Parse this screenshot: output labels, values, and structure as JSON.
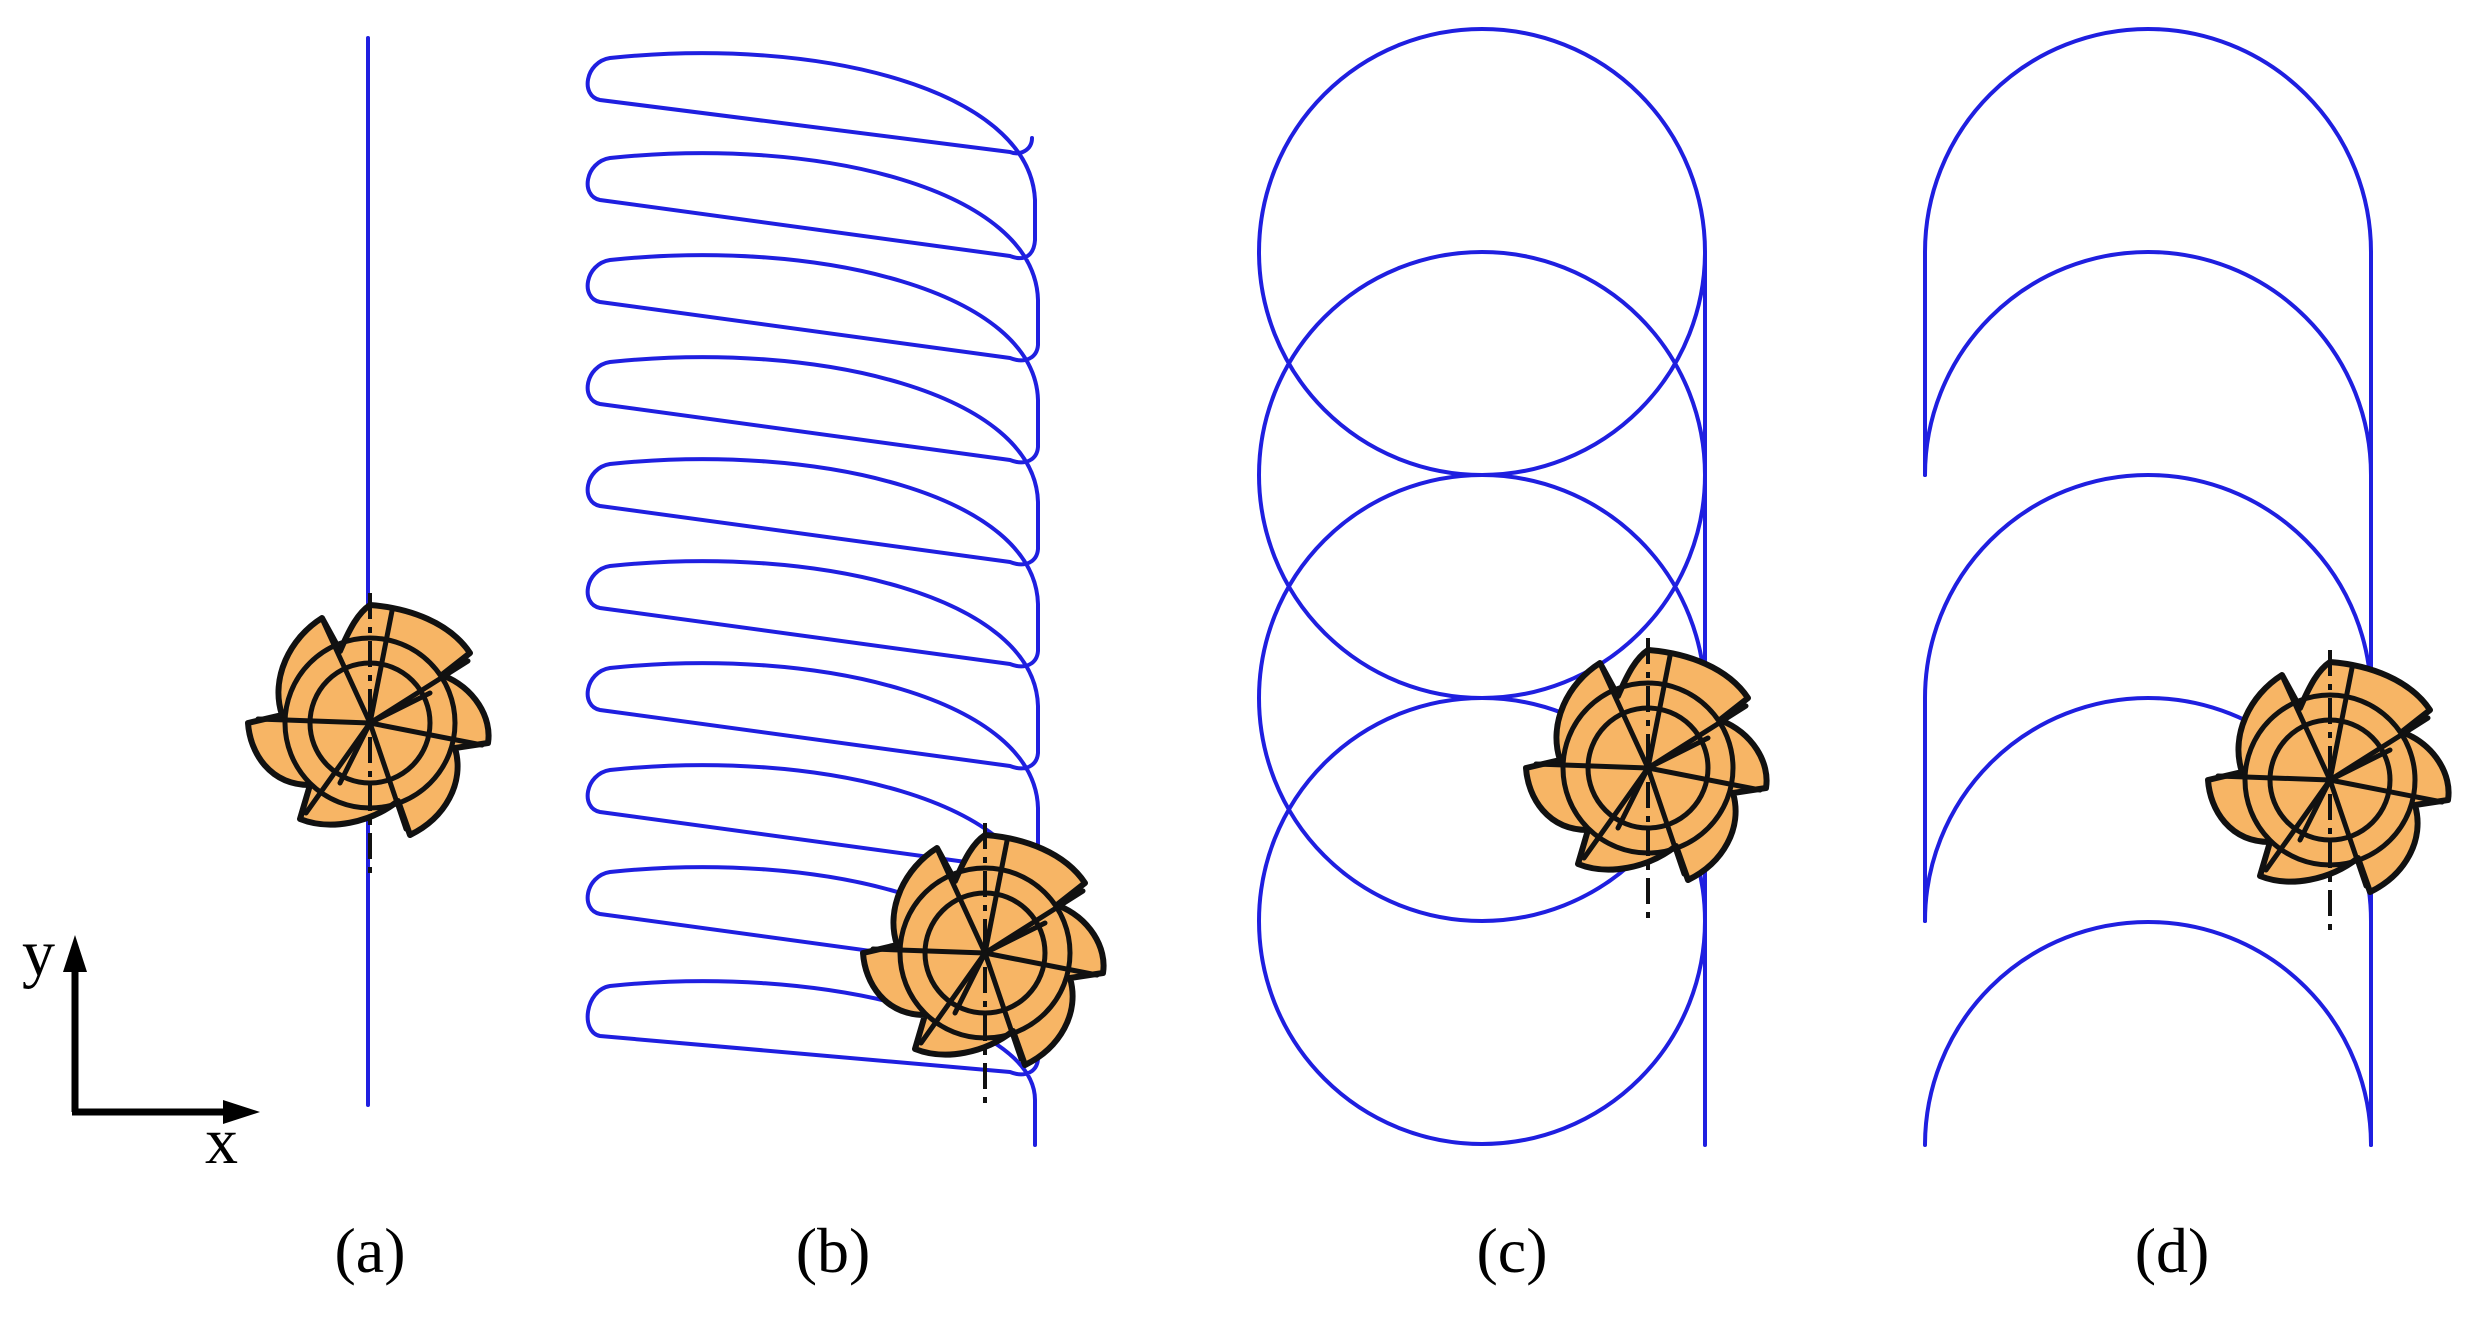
{
  "panels": [
    {
      "id": "a",
      "label": "(a)"
    },
    {
      "id": "b",
      "label": "(b)"
    },
    {
      "id": "c",
      "label": "(c)"
    },
    {
      "id": "d",
      "label": "(d)"
    }
  ],
  "axes": {
    "x_label": "x",
    "y_label": "y"
  },
  "colors": {
    "tool_path": "#1f1fe0",
    "cutter_fill": "#f7b565",
    "outline": "#111111"
  },
  "icons": {
    "cutter": "end-mill-cutter-icon"
  }
}
